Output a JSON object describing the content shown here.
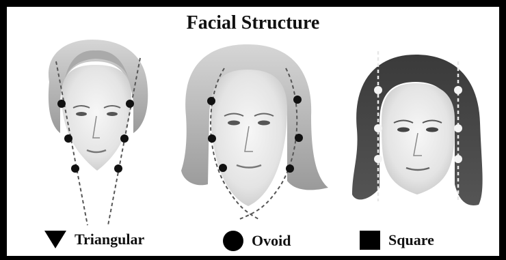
{
  "title": "Facial Structure",
  "faces": [
    {
      "name": "triangular-face",
      "shape": "Triangular"
    },
    {
      "name": "ovoid-face",
      "shape": "Ovoid"
    },
    {
      "name": "square-face",
      "shape": "Square"
    }
  ],
  "legend": {
    "triangular": {
      "label": "Triangular",
      "icon": "triangle-icon"
    },
    "ovoid": {
      "label": "Ovoid",
      "icon": "circle-icon"
    },
    "square": {
      "label": "Square",
      "icon": "square-icon"
    }
  },
  "colors": {
    "background": "#000000",
    "panel": "#ffffff",
    "text": "#111111"
  }
}
